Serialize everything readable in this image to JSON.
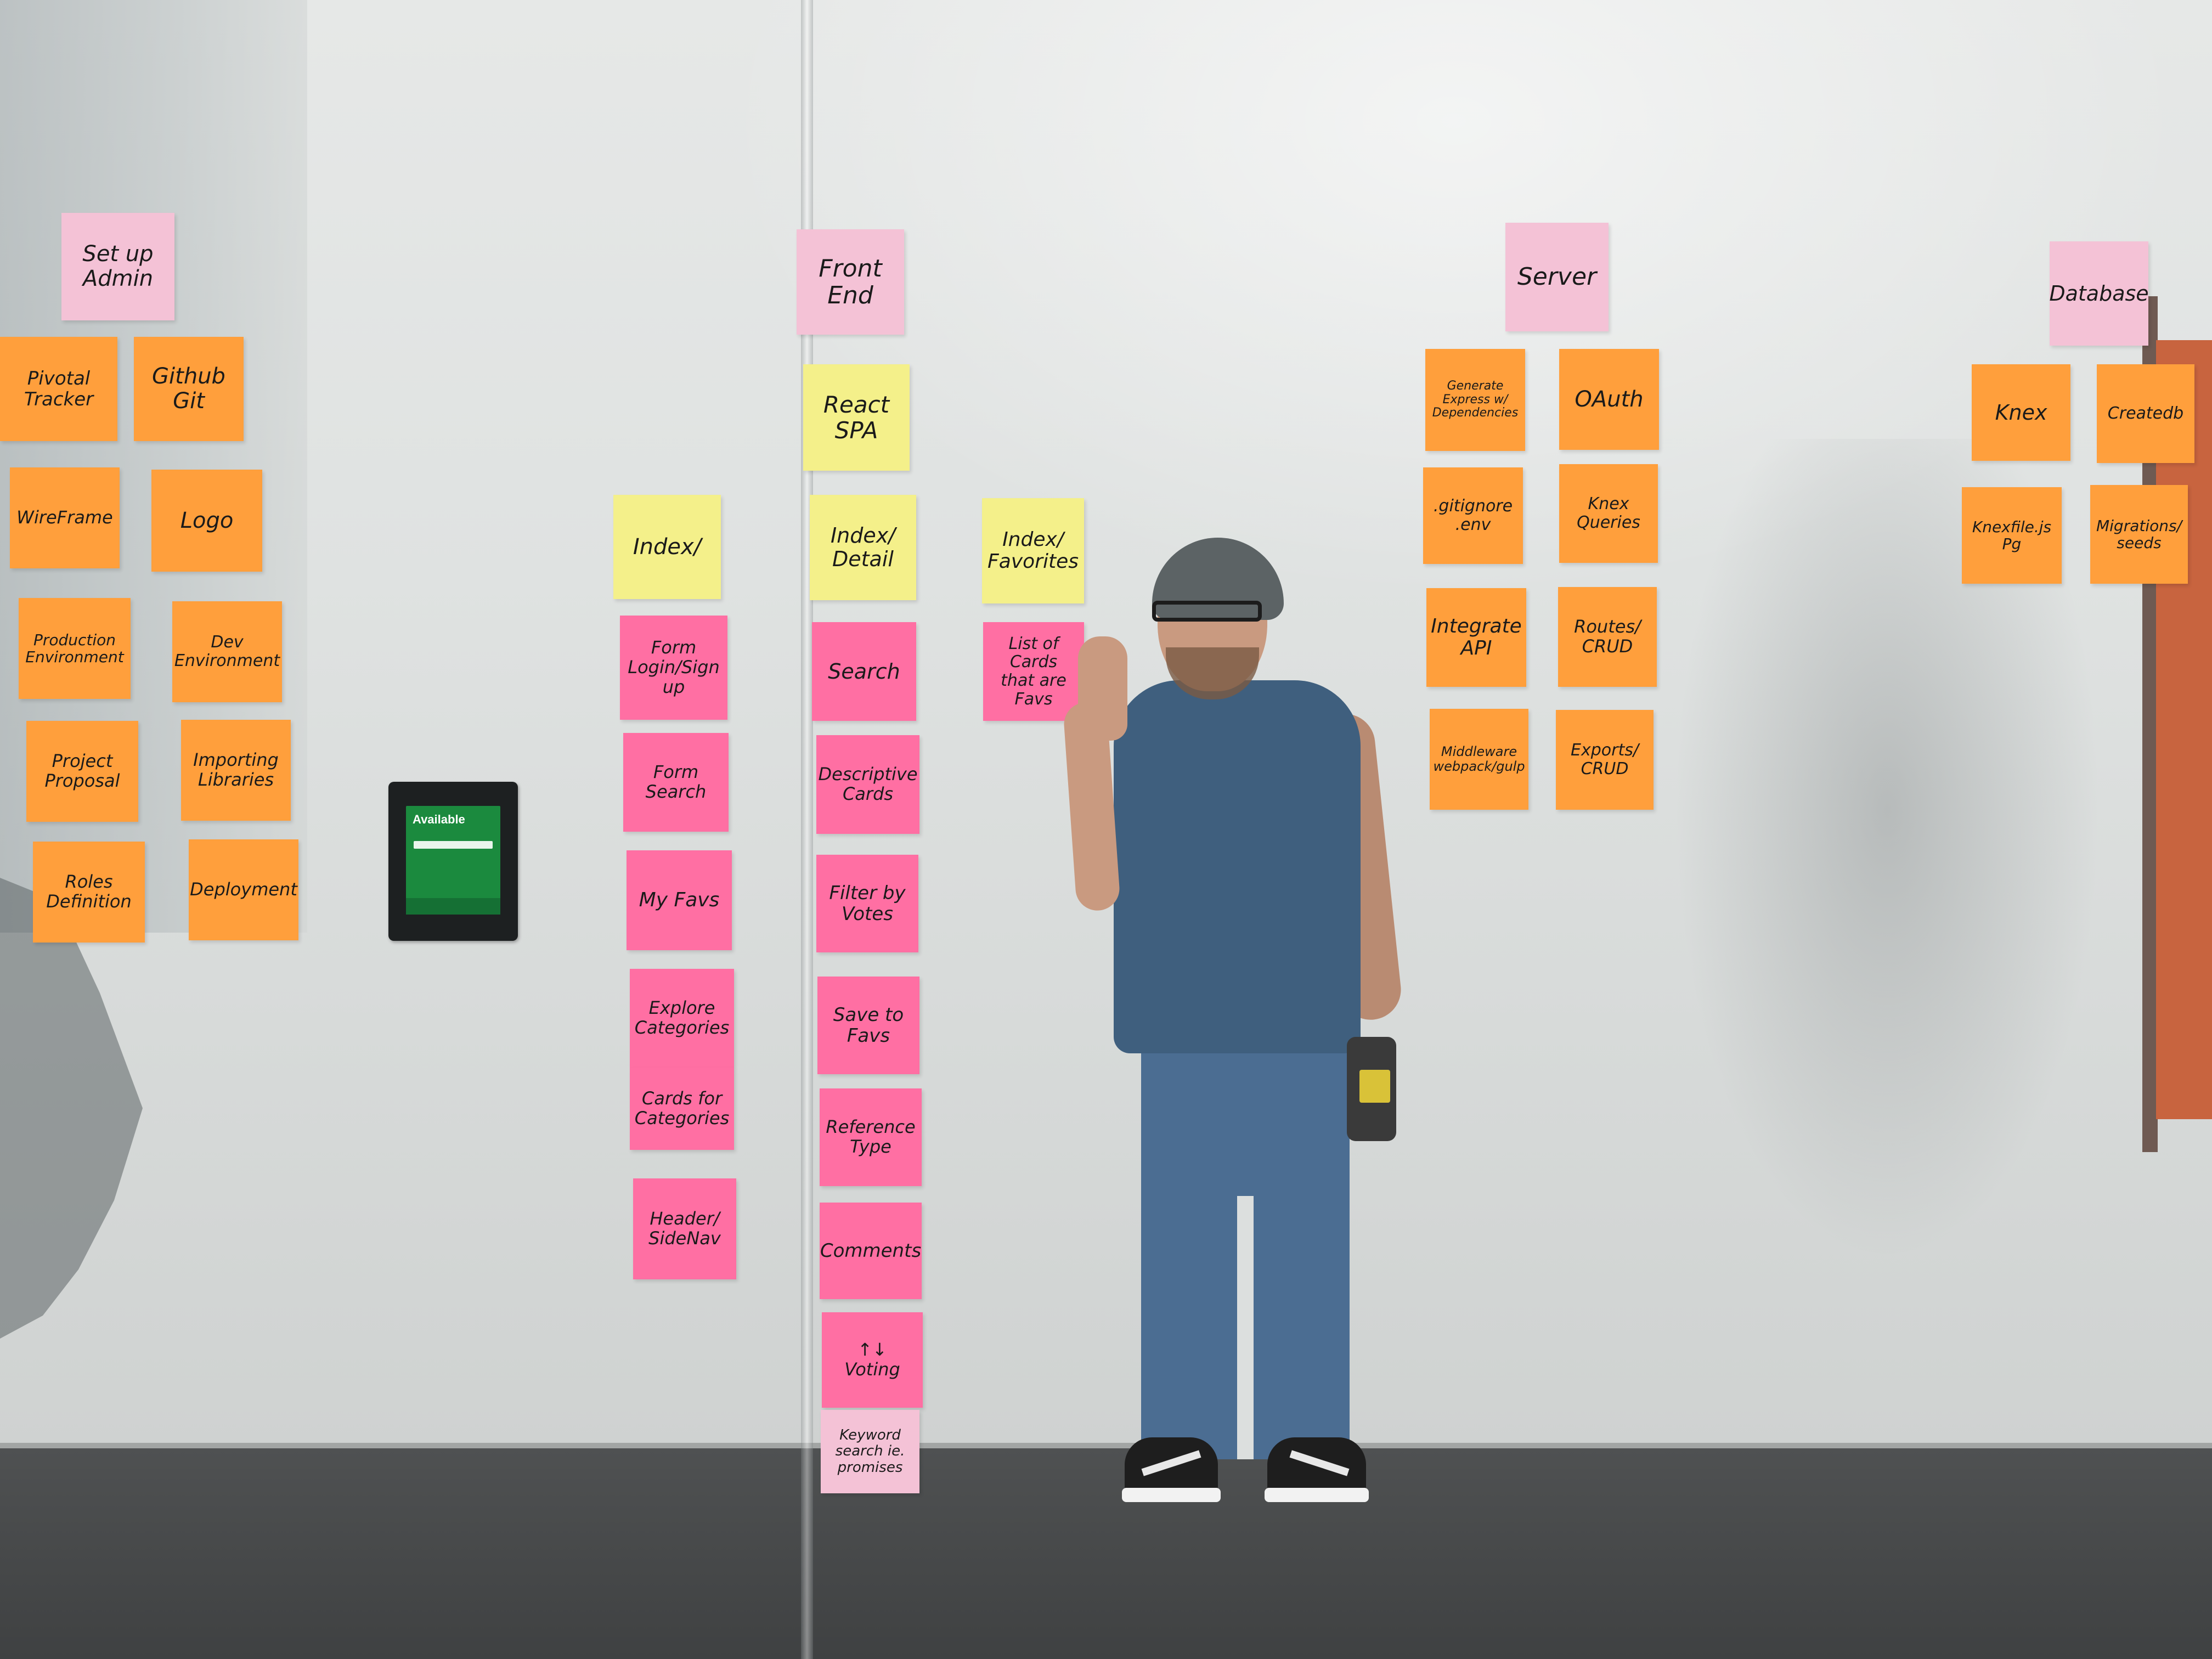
{
  "colors": {
    "orange_note": "#ff9f3c",
    "pink_note": "#ff6fa3",
    "light_pink_note": "#f4c2d6",
    "yellow_note": "#f4f08a"
  },
  "notes": {
    "setup_admin": "Set up Admin",
    "pivotal_tracker": "Pivotal Tracker",
    "github_git": "Github Git",
    "wireframe": "WireFrame",
    "logo": "Logo",
    "production_env": "Production Environment",
    "dev_env": "Dev Environment",
    "project_proposal": "Project Proposal",
    "importing_libraries": "Importing Libraries",
    "roles_definition": "Roles Definition",
    "deployment": "Deployment",
    "index_left": "Index/",
    "form_login": "Form Login/Sign up",
    "form_search": "Form Search",
    "my_favs": "My Favs",
    "explore_categories": "Explore Categories",
    "cards_categories": "Cards for Categories",
    "header_sidenav": "Header/ SideNav",
    "front_end": "Front End",
    "react_spa": "React SPA",
    "index_detail": "Index/ Detail",
    "search": "Search",
    "descriptive_cards": "Descriptive Cards",
    "filter_votes": "Filter by Votes",
    "save_favs": "Save to Favs",
    "reference_type": "Reference Type",
    "comments": "Comments",
    "voting": "↑↓ Voting",
    "keyword_search": "Keyword search ie. promises",
    "index_favorites": "Index/ Favorites",
    "list_cards_favs": "List of Cards that are Favs",
    "server": "Server",
    "generate_express": "Generate Express w/ Dependencies",
    "oauth": "OAuth",
    "gitignore_env": ".gitignore .env",
    "knex_queries": "Knex Queries",
    "integrate_api": "Integrate API",
    "routes_crud": "Routes/ CRUD",
    "middleware": "Middleware webpack/gulp",
    "exports_crud": "Exports/ CRUD",
    "database": "Database",
    "knex": "Knex",
    "createdb": "Createdb",
    "knexfile_pg": "Knexfile.js Pg",
    "migrations_seeds": "Migrations/ seeds"
  },
  "tablet": {
    "status": "Available"
  }
}
